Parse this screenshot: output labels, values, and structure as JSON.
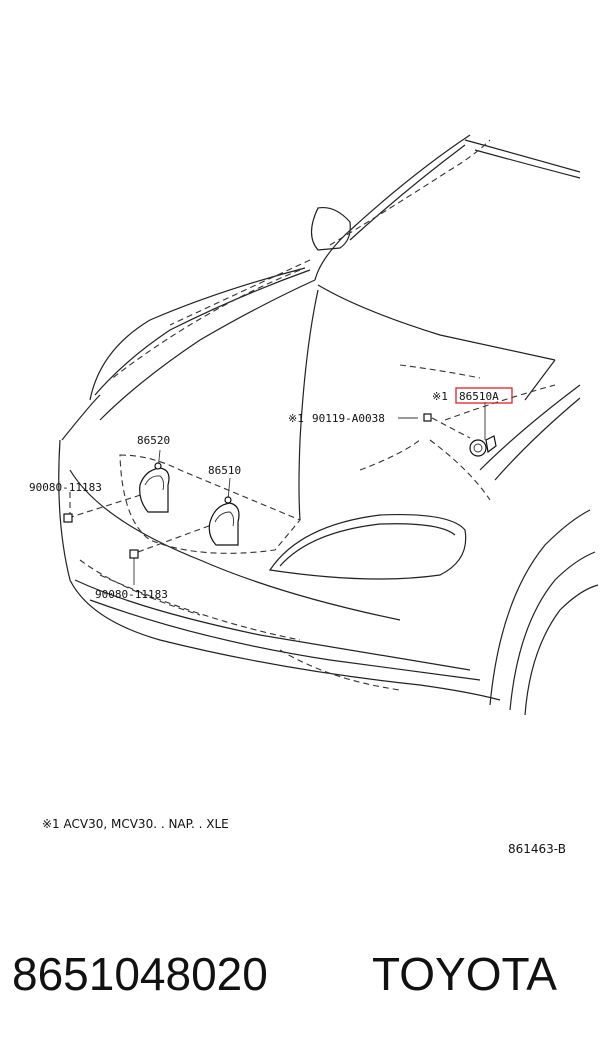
{
  "labels": {
    "part_86520": "86520",
    "part_86510": "86510",
    "part_86510A": "86510A",
    "bolt_left_top": "90080-11183",
    "bolt_left_bottom": "90080-11183",
    "bolt_right": "90119-A0038",
    "mark_1": "※1",
    "mark_2": "※1"
  },
  "footnote": "※1  ACV30, MCV30. . NAP. . XLE",
  "figure_code": "861463-B",
  "part_number": "8651048020",
  "brand": "TOYOTA",
  "colors": {
    "highlight_box": "#e0202a"
  }
}
